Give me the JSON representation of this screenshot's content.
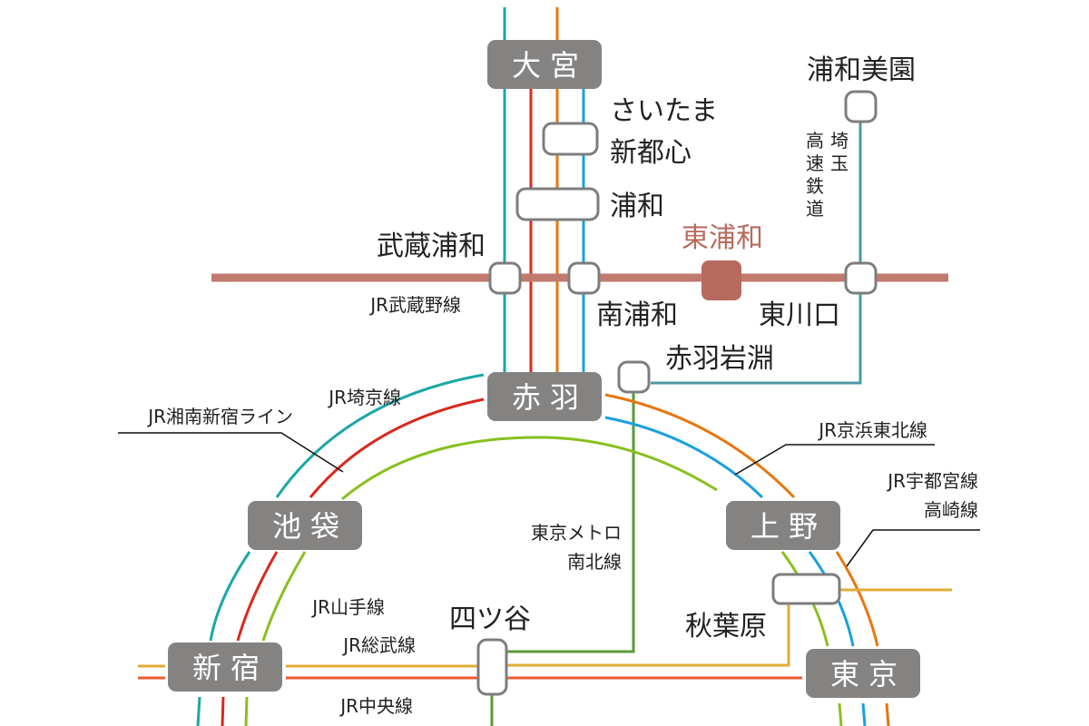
{
  "colors": {
    "saikyo": "#1aa7a8",
    "shonan_shinjuku": "#d9291c",
    "utsunomiya_takasaki": "#e8760e",
    "keihin_tohoku": "#1aa0e0",
    "yamanote": "#88c01f",
    "sobu": "#e2ab35",
    "chuo": "#ef5a30",
    "musashino": "#c07a6e",
    "namboku": "#5a9a3a",
    "saitama_railway": "#4e98a8",
    "hub_fill": "#858382",
    "highlight": "#b86a5e"
  },
  "hubs": {
    "omiya": "大宮",
    "akabane": "赤羽",
    "ikebukuro": "池袋",
    "ueno": "上野",
    "shinjuku": "新宿",
    "tokyo": "東京"
  },
  "stations": {
    "saitama_shintoshin_1": "さいたま",
    "saitama_shintoshin_2": "新都心",
    "urawa": "浦和",
    "musashi_urawa": "武蔵浦和",
    "higashi_urawa": "東浦和",
    "minami_urawa": "南浦和",
    "higashi_kawaguchi": "東川口",
    "urawa_misono": "浦和美園",
    "akabane_iwabuchi": "赤羽岩淵",
    "yotsuya": "四ツ谷",
    "akihabara": "秋葉原"
  },
  "lines": {
    "musashino": "JR武蔵野線",
    "saikyo": "JR埼京線",
    "shonan_shinjuku": "JR湘南新宿ライン",
    "keihin_tohoku": "JR京浜東北線",
    "utsunomiya_1": "JR宇都宮線",
    "utsunomiya_2": "高崎線",
    "yamanote": "JR山手線",
    "sobu": "JR総武線",
    "chuo": "JR中央線",
    "namboku_1": "東京メトロ",
    "namboku_2": "南北線",
    "saitama_railway_col1": [
      "埼",
      "玉"
    ],
    "saitama_railway_col2": [
      "高",
      "速",
      "鉄",
      "道"
    ]
  }
}
